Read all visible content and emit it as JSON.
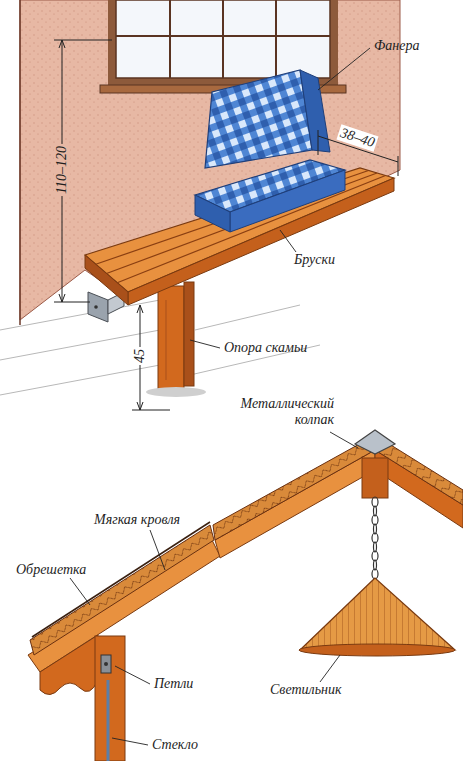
{
  "diagram": {
    "labels": [
      "Фанера",
      "38–40",
      "110–120",
      "Бруски",
      "45",
      "Опора скамьи",
      "Металлический колпак",
      "Мягкая кровля",
      "Обрешетка",
      "Петли",
      "Светильник",
      "Стекло"
    ]
  }
}
